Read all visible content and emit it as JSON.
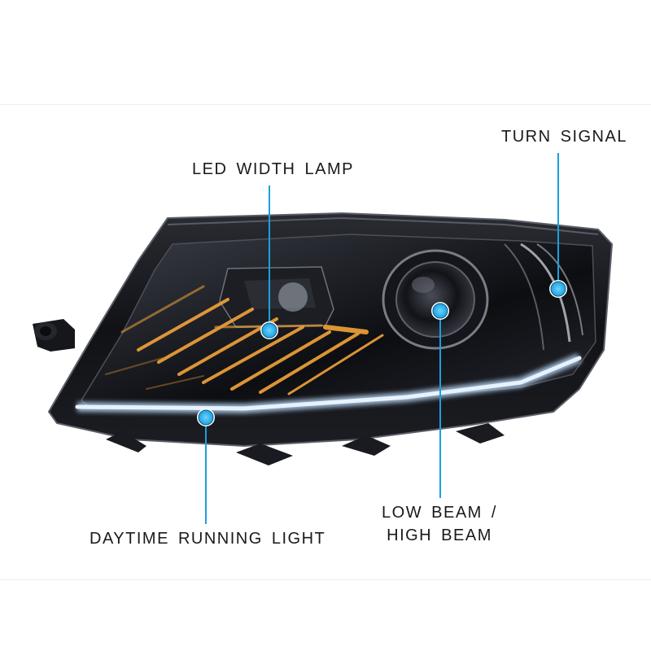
{
  "callouts": {
    "turn_signal": "TURN SIGNAL",
    "led_width_lamp": "LED WIDTH LAMP",
    "low_beam_line1": "LOW BEAM /",
    "low_beam_line2": "HIGH BEAM",
    "daytime_running_light": "DAYTIME RUNNING LIGHT"
  },
  "colors": {
    "background": "#ffffff",
    "callout_accent": "#1aa0e0",
    "label_text": "#1a1a1a",
    "housing": "#131316",
    "amber": "#f2a33a",
    "drl_white": "#e8f2ff"
  }
}
